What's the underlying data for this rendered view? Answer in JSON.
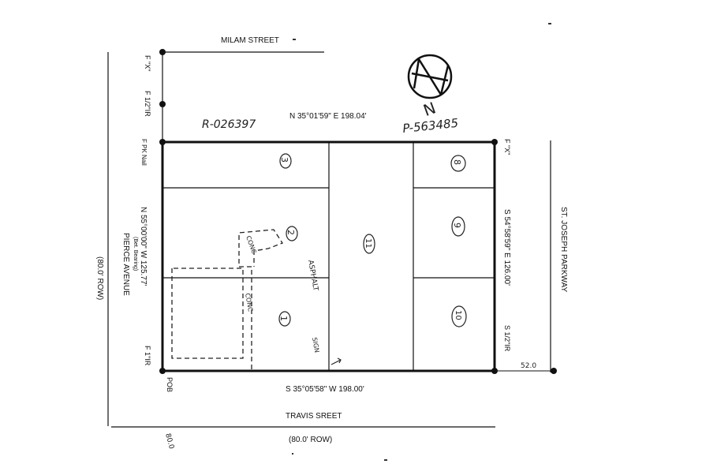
{
  "streets": {
    "north": "MILAM STREET",
    "south": "TRAVIS SREET",
    "south_row": "(80.0' ROW)",
    "west": "PIERCE AVENUE",
    "west_row": "(80.0' ROW)",
    "east": "ST. JOSEPH PARKWAY"
  },
  "bearings": {
    "north": "N 35°01'59\" E 198.04'",
    "south": "S 35°05'58\" W 198.00'",
    "west": "N 55°00'00\" W 125.77'",
    "west_note": "(Bet. Bearing)",
    "east": "S 54°58'59\" E 126.00'"
  },
  "monuments": {
    "west_x": "F \"X\"",
    "west_ir": "F 1/2\"IR",
    "pk_nail": "F PK Nail",
    "sw_ir": "F 1\"IR",
    "pob": "POB",
    "ne_x": "F \"X\"",
    "se_ir": "S 1/2\"IR"
  },
  "handwritten": {
    "record_left": "R-026397",
    "record_right": "P-563485",
    "north_letter": "N",
    "lot_3": "3",
    "lot_2": "2",
    "lot_1": "1",
    "lot_11": "11",
    "lot_8": "8",
    "lot_9": "9",
    "lot_10": "10",
    "asphalt": "ASPHALT",
    "conc_1": "CONC",
    "conc_2": "CONC",
    "sign": "SIGN",
    "east_dim": "52.0",
    "south_dim": "80.0"
  }
}
